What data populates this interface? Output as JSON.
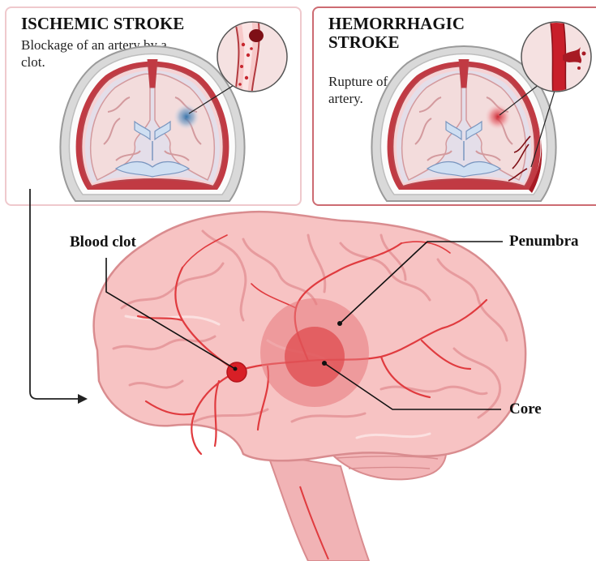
{
  "ischemic": {
    "title": "ISCHEMIC STROKE",
    "description": "Blockage of an artery by a clot."
  },
  "hemorrhagic": {
    "title": "HEMORRHAGIC STROKE",
    "description": "Rupture of an artery."
  },
  "labels": {
    "blood_clot": "Blood clot",
    "penumbra": "Penumbra",
    "core": "Core"
  },
  "colors": {
    "brain_fill": "#f7c3c3",
    "brain_outline": "#d98c8f",
    "artery": "#e03b3f",
    "penumbra": "#e8797b",
    "core": "#df4b4f",
    "ischemic_border": "#efc9cd",
    "hemorrhagic_border": "#cd6b72",
    "ischemic_spot": "#2f6fa8"
  }
}
